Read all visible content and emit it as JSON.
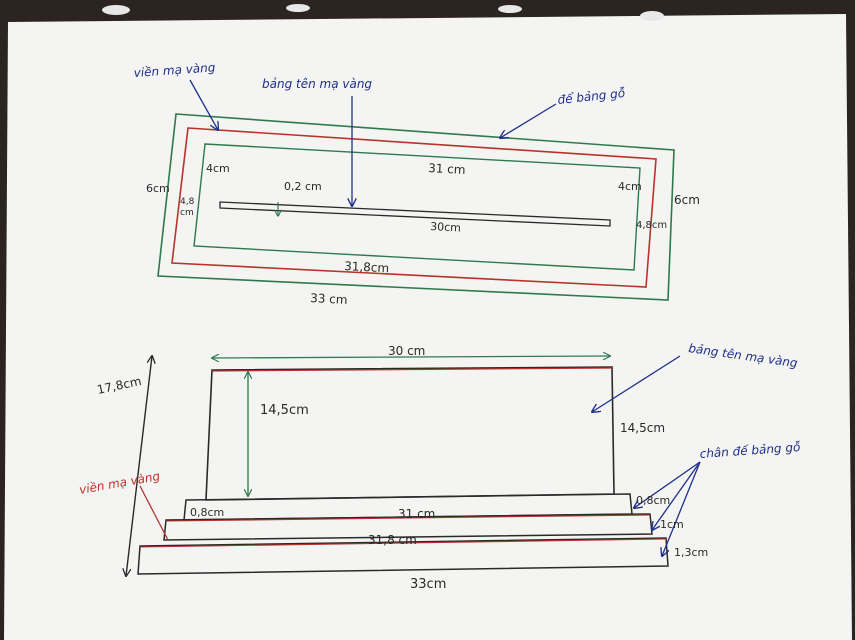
{
  "top_view": {
    "label_vien_ma_vang": "viền mạ vàng",
    "label_bang_ten": "bảng tên mạ vàng",
    "label_de_bang_go": "để bảng gỗ",
    "dim_4cm_left": "4cm",
    "dim_31cm": "31 cm",
    "dim_4cm_right": "4cm",
    "dim_6cm_left": "6cm",
    "dim_6cm_right": "6cm",
    "dim_02cm": "0,2 cm",
    "dim_48_left_a": "4,8",
    "dim_48_left_b": "cm",
    "dim_48_right": "4,8cm",
    "dim_30cm": "30cm",
    "dim_318cm": "31,8cm",
    "dim_33cm": "33 cm"
  },
  "front_view": {
    "dim_30cm": "30 cm",
    "label_bang_ten": "bảng tên mạ vàng",
    "dim_178cm": "17,8cm",
    "dim_145cm_left": "14,5cm",
    "dim_145cm_right": "14,5cm",
    "label_vien_ma_vang": "viền mạ vàng",
    "label_chan_de": "chân đế bảng gỗ",
    "dim_08cm_left": "0,8cm",
    "dim_31cm": "31 cm",
    "dim_08cm_right": "0,8cm",
    "dim_1cm": "1cm",
    "dim_318cm": "31,8 cm",
    "dim_13cm": "1,3cm",
    "dim_33cm": "33cm"
  },
  "colors": {
    "paper": "#f4f4f2",
    "ink_green": "#2e7a4e",
    "ink_red": "#b8332c",
    "ink_blue": "#1f2f8a",
    "ink_dark": "#2a2a2a"
  }
}
